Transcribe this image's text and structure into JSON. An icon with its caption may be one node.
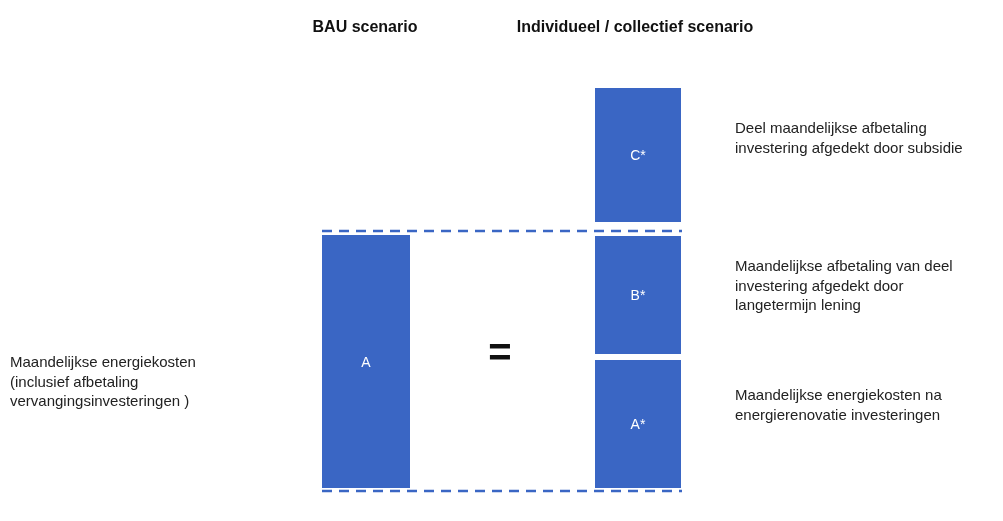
{
  "diagram": {
    "nodes": [
      {
        "text": [
          "A"
        ]
      },
      {
        "text": [
          "C*"
        ],
        "beside": [
          "Deel maandelijkse afbetaling investering afgedekt door subsidie"
        ]
      },
      {
        "text": [
          "B*"
        ],
        "beside": [
          "Maandelijkse afbetaling van deel investering afgedekt door langetermijn lening"
        ]
      },
      {
        "text": [
          "A*"
        ],
        "beside": [
          "Maandelijkse energiekosten na energierenovatie investeringen"
        ]
      }
    ],
    "labels": [
      "BAU scenario",
      "Individueel / collectief scenario",
      "Maandelijkse energiekosten (inclusief afbetaling vervangingsinvesteringen )",
      "="
    ]
  }
}
